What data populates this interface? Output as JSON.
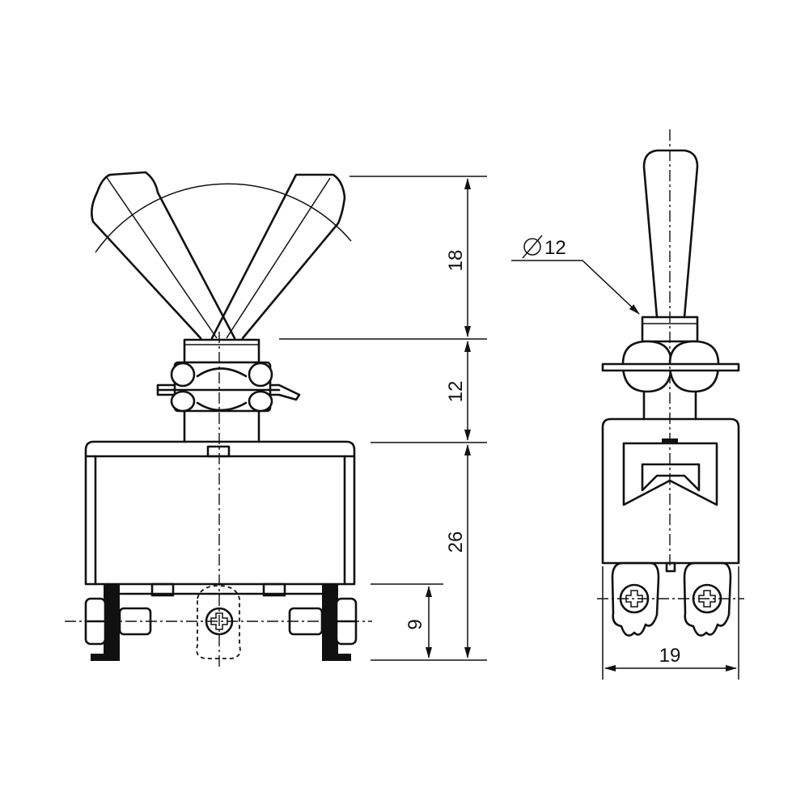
{
  "dimensions": {
    "lever_height": "18",
    "bushing_height": "12",
    "body_height": "26",
    "terminal_height": "9",
    "body_width": "19",
    "bushing_diameter": "12"
  },
  "colors": {
    "line": "#111111",
    "background": "#ffffff"
  }
}
